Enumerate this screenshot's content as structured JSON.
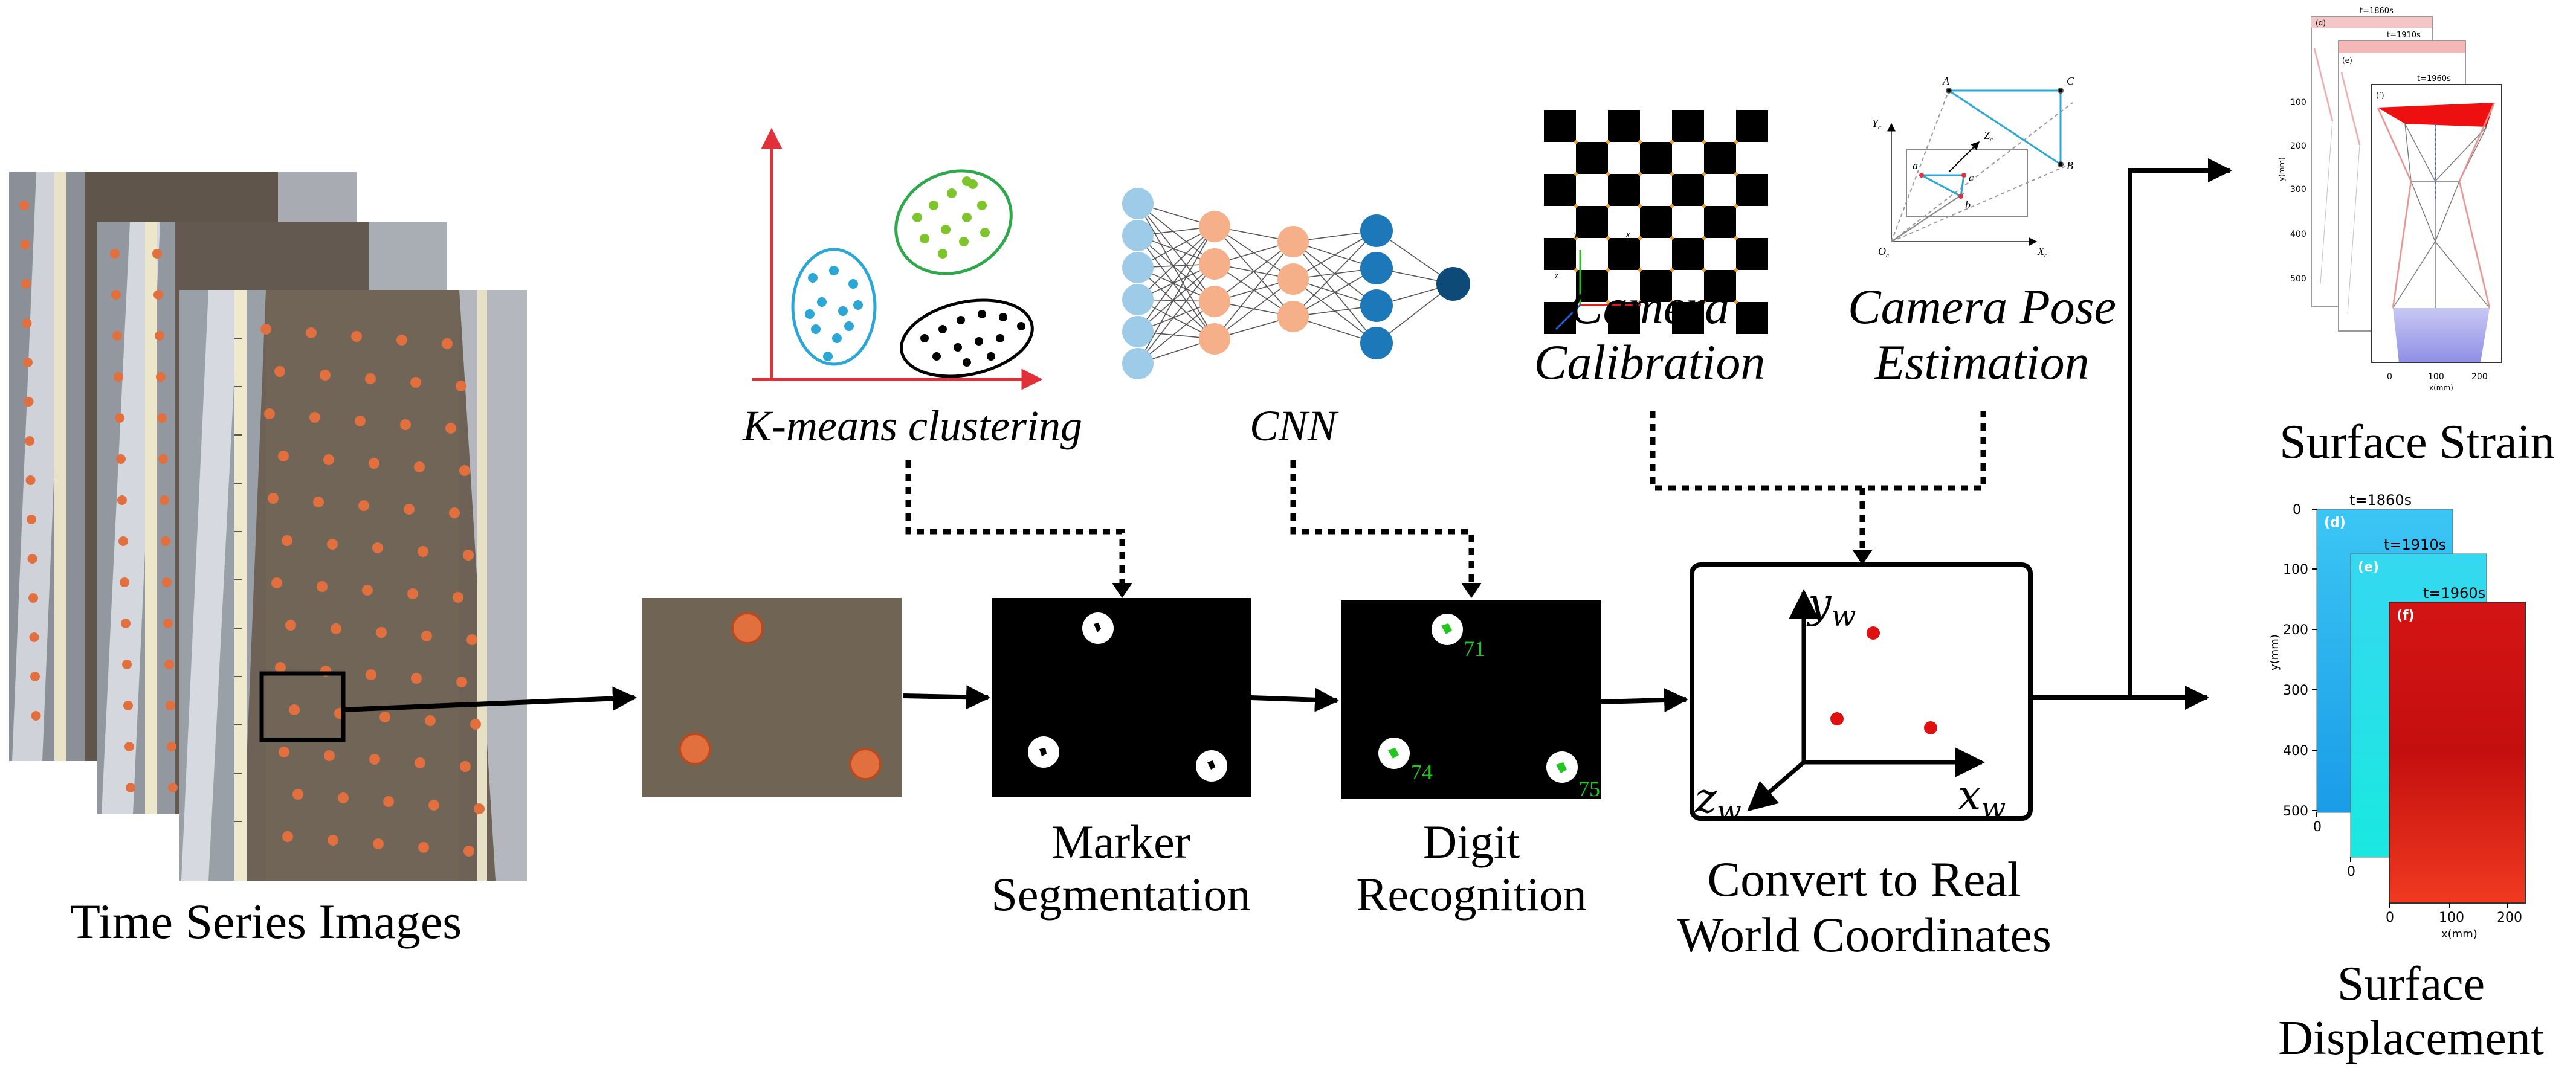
{
  "labels": {
    "time_series": "Time Series Images",
    "kmeans": "K-means clustering",
    "cnn": "CNN",
    "camera_calibration": [
      "Camera",
      "Calibration"
    ],
    "camera_pose": [
      "Camera Pose",
      "Estimation"
    ],
    "marker_segmentation": [
      "Marker",
      "Segmentation"
    ],
    "digit_recognition": [
      "Digit",
      "Recognition"
    ],
    "convert": [
      "Convert to Real",
      "World Coordinates"
    ],
    "surface_strain": "Surface Strain",
    "surface_displacement": [
      "Surface",
      "Displacement"
    ]
  },
  "digits": [
    "71",
    "74",
    "75"
  ],
  "world_axes": {
    "y": "y",
    "x": "x",
    "z": "z",
    "subscript": "w"
  },
  "pose_labels": {
    "A": "A",
    "B": "B",
    "C": "C",
    "a": "a",
    "b": "b",
    "c": "c",
    "Zc": "Z",
    "Yc": "Y",
    "Xc": "X",
    "Oc": "O",
    "sub_c": "c"
  },
  "calib_axis_labels": {
    "y": "y",
    "x": "x",
    "z": "z"
  },
  "strain_plot": {
    "times": [
      "t=1860s",
      "t=1910s",
      "t=1960s"
    ],
    "panels": [
      "(d)",
      "(e)",
      "(f)"
    ],
    "yticks": [
      "100",
      "200",
      "300",
      "400",
      "500"
    ],
    "xticks": [
      "0",
      "100",
      "200"
    ],
    "ylabel": "y(mm)",
    "xlabel": "x(mm)"
  },
  "displacement_plot": {
    "times": [
      "t=1860s",
      "t=1910s",
      "t=1960s"
    ],
    "panels": [
      "(d)",
      "(e)",
      "(f)"
    ],
    "yticks": [
      "0",
      "100",
      "200",
      "300",
      "400",
      "500"
    ],
    "xticks": [
      "0",
      "100",
      "200"
    ],
    "back_x0": "0",
    "mid_x0": "0",
    "ylabel": "y(mm)",
    "xlabel": "x(mm)"
  },
  "colors": {
    "marker": "#e2703f",
    "soil": "#6e6256",
    "cluster_blue": "#2aa7d6",
    "cluster_green": "#7ec52c",
    "axis_red": "#e0303a",
    "nn_light": "#9dcbe8",
    "nn_orange": "#f5b08a",
    "nn_dark": "#1c78b8",
    "nn_out": "#0d4a78",
    "calib_orange": "#f0a030",
    "world_point": "#e01010",
    "digit_green": "#21c61e",
    "disp_blue": "#20b0ee",
    "disp_cyan": "#22e8e8",
    "disp_red": "#e01a1a"
  }
}
